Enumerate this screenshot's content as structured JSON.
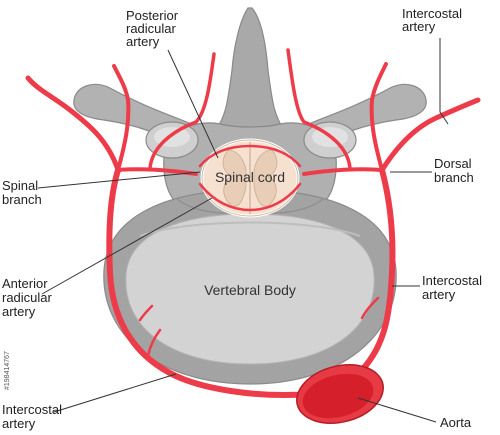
{
  "labels": {
    "posterior_radicular_1": "Posterior",
    "posterior_radicular_2": "radicular",
    "posterior_radicular_3": "artery",
    "intercostal_top_1": "Intercostal",
    "intercostal_top_2": "artery",
    "spinal_branch_1": "Spinal",
    "spinal_branch_2": "branch",
    "dorsal_branch_1": "Dorsal",
    "dorsal_branch_2": "branch",
    "anterior_radicular_1": "Anterior",
    "anterior_radicular_2": "radicular",
    "anterior_radicular_3": "artery",
    "intercostal_right_1": "Intercostal",
    "intercostal_right_2": "artery",
    "intercostal_bottom_1": "Intercostal",
    "intercostal_bottom_2": "artery",
    "aorta": "Aorta",
    "spinal_cord": "Spinal cord",
    "vertebral_body": "Vertebral Body"
  },
  "watermark": {
    "stock_id": "#198414767"
  },
  "colors": {
    "artery": "#ee3b4a",
    "aorta": "#d9252f",
    "bone": "#a8a8a8",
    "bone_light": "#d0d0d0",
    "cord": "#f6e0cf"
  }
}
